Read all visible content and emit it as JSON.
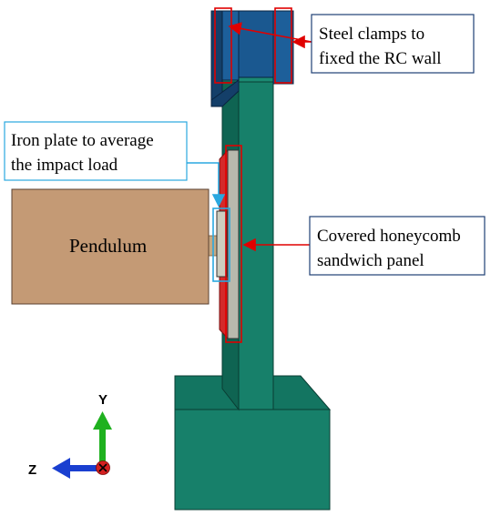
{
  "labels": {
    "steel_clamps_line1": "Steel clamps to",
    "steel_clamps_line2": "fixed the RC wall",
    "iron_plate_line1": "Iron plate to average",
    "iron_plate_line2": "the impact load",
    "pendulum": "Pendulum",
    "panel_line1": "Covered honeycomb",
    "panel_line2": "sandwich panel"
  },
  "axes": {
    "y": "Y",
    "z": "Z"
  },
  "colors": {
    "wall": "#17806a",
    "wall_dark": "#0f6452",
    "wall_outline": "#0a3d33",
    "clamp": "#1d5f9a",
    "clamp_dark": "#143f69",
    "pendulum": "#c49a75",
    "rod": "#c8a982",
    "panel_red": "#d42a2a",
    "panel_gray": "#b8b9ad",
    "callout_red": "#e00000",
    "callout_blue": "#2aa8e0",
    "box_navy": "#1f3f74",
    "axis_y": "#1fb11f",
    "axis_z": "#1a3fd0",
    "axis_x": "#d42020"
  }
}
